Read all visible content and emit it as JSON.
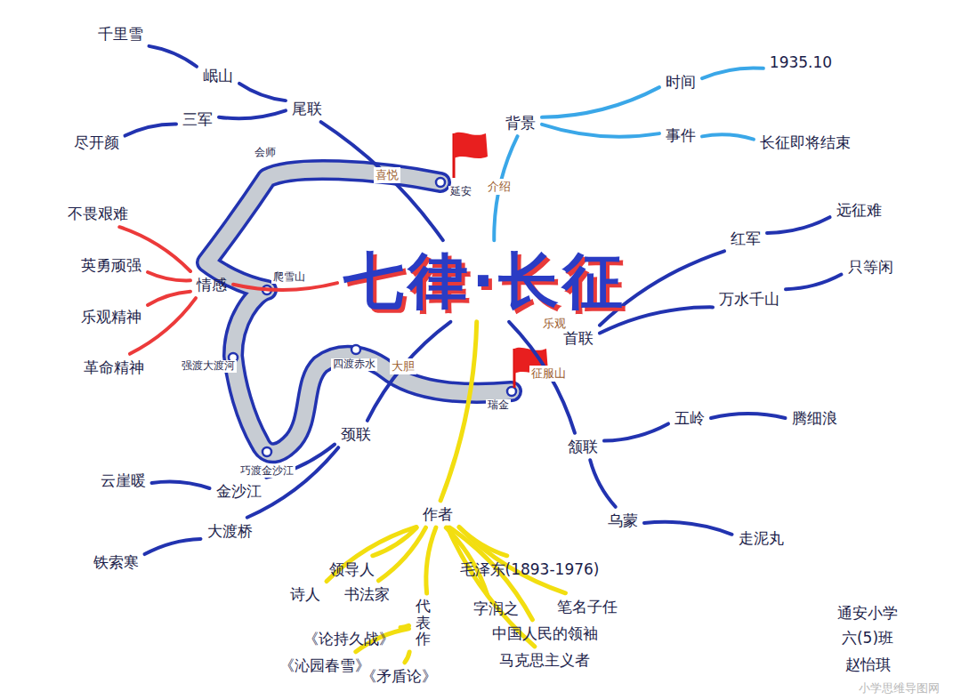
{
  "diagram": {
    "title": "七律·长征",
    "nodes": [
      {
        "text": [
          "七律·长征"
        ]
      },
      {
        "text": [
          "背景"
        ]
      },
      {
        "text": [
          "时间"
        ]
      },
      {
        "text": [
          "1935.10"
        ]
      },
      {
        "text": [
          "事件"
        ]
      },
      {
        "text": [
          "长征即将结束"
        ]
      },
      {
        "text": [
          "首联"
        ]
      },
      {
        "text": [
          "红军"
        ]
      },
      {
        "text": [
          "远征难"
        ]
      },
      {
        "text": [
          "万水千山"
        ]
      },
      {
        "text": [
          "只等闲"
        ]
      },
      {
        "text": [
          "颔联"
        ]
      },
      {
        "text": [
          "五岭"
        ]
      },
      {
        "text": [
          "腾细浪"
        ]
      },
      {
        "text": [
          "乌蒙"
        ]
      },
      {
        "text": [
          "走泥丸"
        ]
      },
      {
        "text": [
          "颈联"
        ]
      },
      {
        "text": [
          "金沙江"
        ]
      },
      {
        "text": [
          "云崖暖"
        ]
      },
      {
        "text": [
          "大渡桥"
        ]
      },
      {
        "text": [
          "铁索寒"
        ]
      },
      {
        "text": [
          "情感"
        ]
      },
      {
        "text": [
          "不畏艰难"
        ]
      },
      {
        "text": [
          "英勇顽强"
        ]
      },
      {
        "text": [
          "乐观精神"
        ]
      },
      {
        "text": [
          "革命精神"
        ]
      },
      {
        "text": [
          "尾联"
        ]
      },
      {
        "text": [
          "岷山"
        ]
      },
      {
        "text": [
          "千里雪"
        ]
      },
      {
        "text": [
          "三军"
        ]
      },
      {
        "text": [
          "尽开颜"
        ]
      },
      {
        "text": [
          "作者"
        ]
      },
      {
        "text": [
          "毛泽东(1893-1976)"
        ]
      },
      {
        "text": [
          "字润之"
        ]
      },
      {
        "text": [
          "笔名子任"
        ]
      },
      {
        "text": [
          "中国人民的领袖"
        ]
      },
      {
        "text": [
          "马克思主义者"
        ]
      },
      {
        "text": [
          "领导人"
        ]
      },
      {
        "text": [
          "诗人"
        ]
      },
      {
        "text": [
          "书法家"
        ]
      },
      {
        "text": [
          "代表作"
        ]
      },
      {
        "text": [
          "《论持久战》"
        ]
      },
      {
        "text": [
          "《沁园春雪》"
        ]
      },
      {
        "text": [
          "《矛盾论》"
        ]
      }
    ],
    "edges": [
      {
        "from": 0,
        "to": 1,
        "arrow": "none",
        "label": "介绍"
      },
      {
        "from": 1,
        "to": 2,
        "arrow": "none"
      },
      {
        "from": 2,
        "to": 3,
        "arrow": "none"
      },
      {
        "from": 1,
        "to": 4,
        "arrow": "none"
      },
      {
        "from": 4,
        "to": 5,
        "arrow": "none"
      },
      {
        "from": 0,
        "to": 6,
        "arrow": "none",
        "label": "乐观"
      },
      {
        "from": 6,
        "to": 7,
        "arrow": "none"
      },
      {
        "from": 7,
        "to": 8,
        "arrow": "none"
      },
      {
        "from": 6,
        "to": 9,
        "arrow": "none"
      },
      {
        "from": 9,
        "to": 10,
        "arrow": "none"
      },
      {
        "from": 0,
        "to": 11,
        "arrow": "none",
        "label": "征服山"
      },
      {
        "from": 11,
        "to": 12,
        "arrow": "none"
      },
      {
        "from": 12,
        "to": 13,
        "arrow": "none"
      },
      {
        "from": 11,
        "to": 14,
        "arrow": "none"
      },
      {
        "from": 14,
        "to": 15,
        "arrow": "none"
      },
      {
        "from": 0,
        "to": 16,
        "arrow": "none",
        "label": "大胆"
      },
      {
        "from": 16,
        "to": 17,
        "arrow": "none"
      },
      {
        "from": 17,
        "to": 18,
        "arrow": "none"
      },
      {
        "from": 16,
        "to": 19,
        "arrow": "none"
      },
      {
        "from": 19,
        "to": 20,
        "arrow": "none"
      },
      {
        "from": 0,
        "to": 21,
        "arrow": "none"
      },
      {
        "from": 21,
        "to": 22,
        "arrow": "none"
      },
      {
        "from": 21,
        "to": 23,
        "arrow": "none"
      },
      {
        "from": 21,
        "to": 24,
        "arrow": "none"
      },
      {
        "from": 21,
        "to": 25,
        "arrow": "none"
      },
      {
        "from": 0,
        "to": 26,
        "arrow": "none",
        "label": "喜悦"
      },
      {
        "from": 26,
        "to": 27,
        "arrow": "none"
      },
      {
        "from": 27,
        "to": 28,
        "arrow": "none"
      },
      {
        "from": 26,
        "to": 29,
        "arrow": "none"
      },
      {
        "from": 29,
        "to": 30,
        "arrow": "none"
      },
      {
        "from": 0,
        "to": 31,
        "arrow": "none"
      },
      {
        "from": 31,
        "to": 32,
        "arrow": "none"
      },
      {
        "from": 31,
        "to": 33,
        "arrow": "none"
      },
      {
        "from": 31,
        "to": 34,
        "arrow": "none"
      },
      {
        "from": 31,
        "to": 35,
        "arrow": "none"
      },
      {
        "from": 31,
        "to": 36,
        "arrow": "none"
      },
      {
        "from": 31,
        "to": 37,
        "arrow": "none"
      },
      {
        "from": 31,
        "to": 38,
        "arrow": "none"
      },
      {
        "from": 31,
        "to": 39,
        "arrow": "none"
      },
      {
        "from": 31,
        "to": 40,
        "arrow": "none"
      },
      {
        "from": 40,
        "to": 41,
        "arrow": "none"
      },
      {
        "from": 40,
        "to": 42,
        "arrow": "none"
      },
      {
        "from": 40,
        "to": 43,
        "arrow": "none"
      }
    ],
    "labels": [
      "延安",
      "瑞金",
      "四渡赤水",
      "巧渡金沙江",
      "强渡大渡河",
      "爬雪山",
      "会师",
      "通安小学",
      "六(5)班",
      "赵怡琪",
      "小学思维导图网"
    ]
  }
}
